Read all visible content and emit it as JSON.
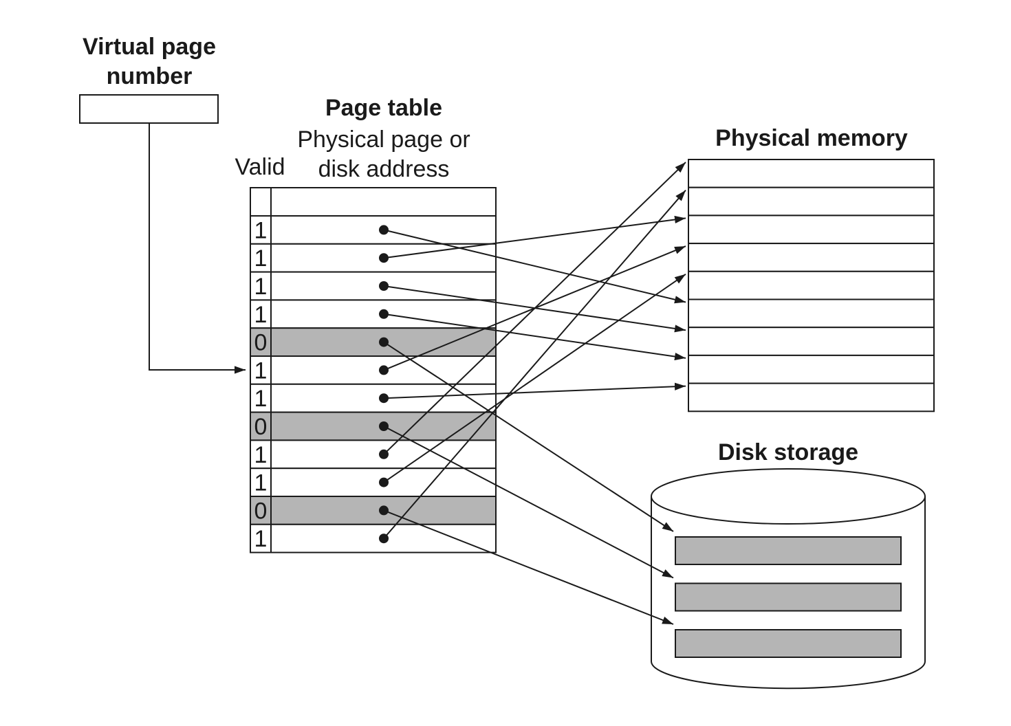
{
  "labels": {
    "virtual_page_number": [
      "Virtual page",
      "number"
    ],
    "page_table": "Page table",
    "address_column": [
      "Physical page or",
      "disk address"
    ],
    "valid_column": "Valid",
    "physical_memory": "Physical memory",
    "disk_storage": "Disk storage"
  },
  "page_table": {
    "valid_bits": [
      "1",
      "1",
      "1",
      "1",
      "0",
      "1",
      "1",
      "0",
      "1",
      "1",
      "0",
      "1"
    ],
    "shaded_color": "#b5b5b5"
  },
  "mappings": [
    {
      "entry": 0,
      "target": "memory",
      "slot": 5
    },
    {
      "entry": 1,
      "target": "memory",
      "slot": 2
    },
    {
      "entry": 2,
      "target": "memory",
      "slot": 6
    },
    {
      "entry": 3,
      "target": "memory",
      "slot": 7
    },
    {
      "entry": 4,
      "target": "disk",
      "slot": 0
    },
    {
      "entry": 5,
      "target": "memory",
      "slot": 3
    },
    {
      "entry": 6,
      "target": "memory",
      "slot": 8
    },
    {
      "entry": 7,
      "target": "disk",
      "slot": 1
    },
    {
      "entry": 8,
      "target": "memory",
      "slot": 0
    },
    {
      "entry": 9,
      "target": "memory",
      "slot": 4
    },
    {
      "entry": 10,
      "target": "disk",
      "slot": 2
    },
    {
      "entry": 11,
      "target": "memory",
      "slot": 1
    }
  ],
  "selected_entry": 5,
  "physical_memory_slots": 9,
  "disk_blocks": 3
}
